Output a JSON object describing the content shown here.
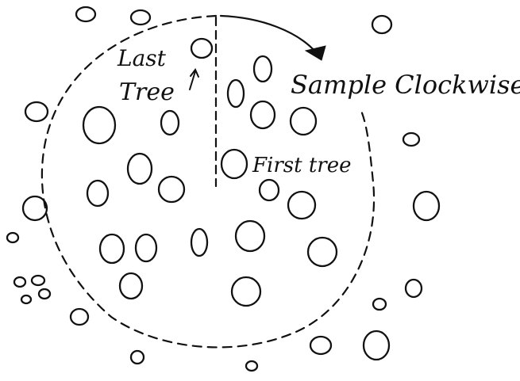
{
  "diagram": {
    "labels": {
      "last_tree": [
        "Last",
        "Tree"
      ],
      "sample_direction": "Sample Clockwise",
      "first_tree": "First tree"
    },
    "colors": {
      "ink": "#111111",
      "background": "#ffffff"
    }
  }
}
